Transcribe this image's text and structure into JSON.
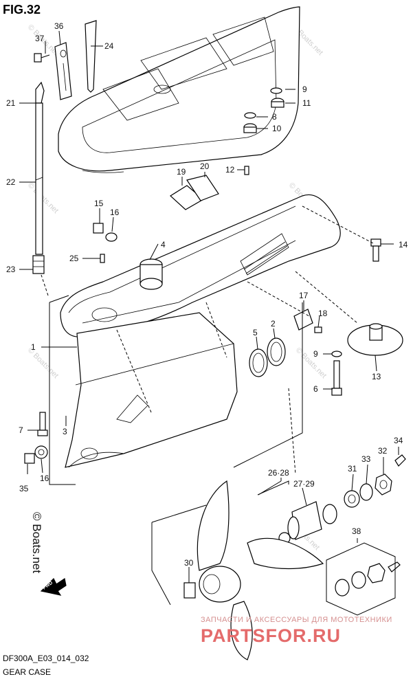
{
  "figure": {
    "title": "FIG.32",
    "code": "DF300A_E03_014_032",
    "name": "GEAR CASE"
  },
  "callouts": {
    "c1": "1",
    "c2": "2",
    "c3": "3",
    "c4": "4",
    "c5": "5",
    "c6": "6",
    "c7": "7",
    "c8": "8",
    "c9a": "9",
    "c9b": "9",
    "c10": "10",
    "c11": "11",
    "c12": "12",
    "c13": "13",
    "c14": "14",
    "c15": "15",
    "c16a": "16",
    "c16b": "16",
    "c17": "17",
    "c18": "18",
    "c19": "19",
    "c20": "20",
    "c21": "21",
    "c22": "22",
    "c23": "23",
    "c24": "24",
    "c25": "25",
    "c26": "26·28",
    "c27": "27·29",
    "c30": "30",
    "c31": "31",
    "c32": "32",
    "c33": "33",
    "c34": "34",
    "c35": "35",
    "c36": "36",
    "c37": "37",
    "c38": "38"
  },
  "watermarks": {
    "big": "© Boats.net",
    "small": "© Boats.net"
  },
  "fwd_label": "FWD",
  "ad": {
    "tagline": "ЗАПЧАСТИ И АКСЕССУАРЫ ДЛЯ МОТОТЕХНИКИ",
    "brand": "PARTSFOR.RU"
  }
}
